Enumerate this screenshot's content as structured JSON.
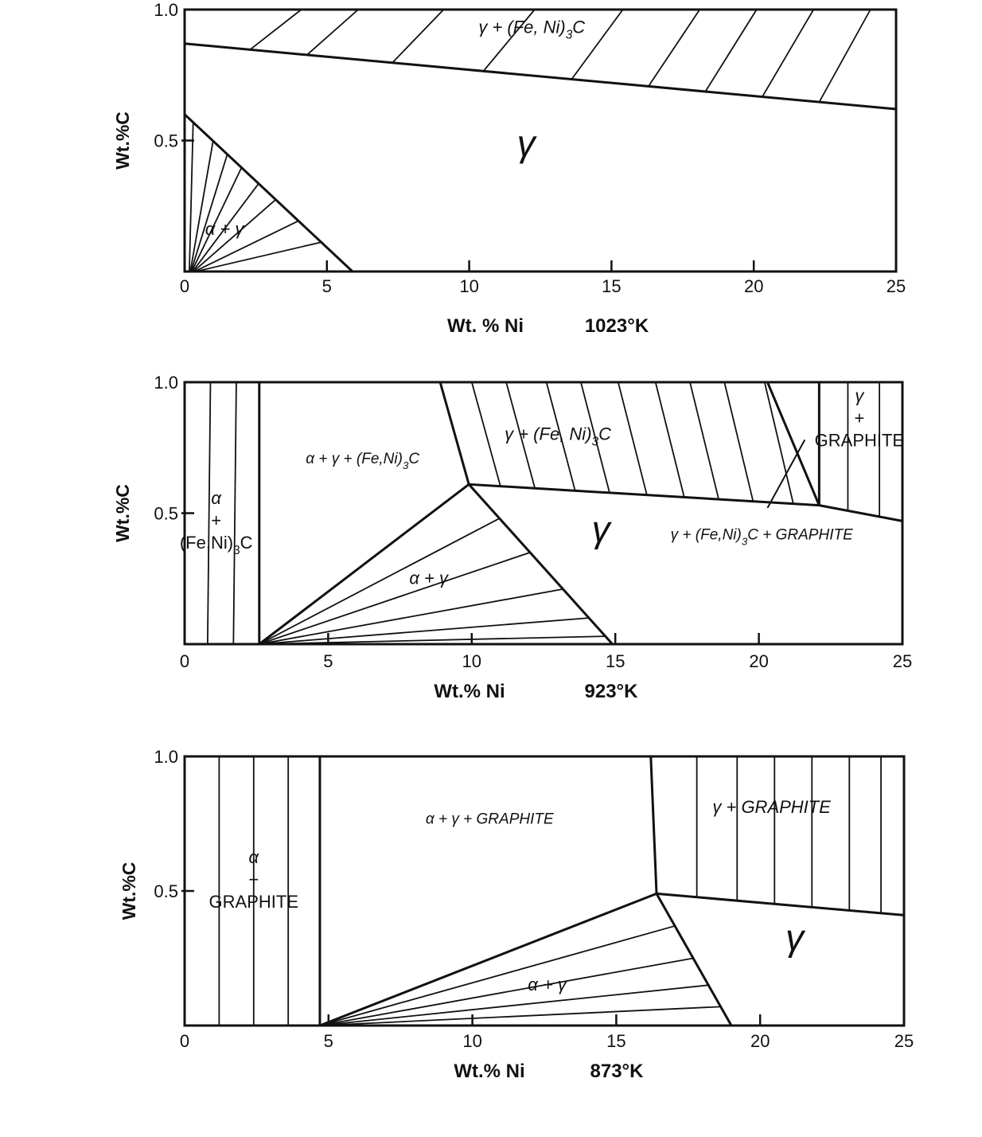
{
  "chart_data": [
    {
      "type": "phase-diagram",
      "xlabel": "Wt. % Ni",
      "temperature": "1023°K",
      "ylabel": "Wt.%C",
      "xlim": [
        0,
        25
      ],
      "ylim": [
        0,
        1.0
      ],
      "x_ticks": [
        "0",
        "5",
        "10",
        "15",
        "20",
        "25"
      ],
      "y_ticks": [
        "1.0",
        "0.5"
      ],
      "boundaries": [
        {
          "name": "gamma-carbide-boundary",
          "points": [
            [
              0,
              0.87
            ],
            [
              25,
              0.62
            ]
          ]
        },
        {
          "name": "alpha-gamma-boundary",
          "points": [
            [
              0,
              0.6
            ],
            [
              5.9,
              0
            ]
          ]
        }
      ],
      "tie_line_regions": [
        {
          "region": "γ + (Fe, Ni)3C",
          "xs": [
            2.3,
            4.3,
            7.3,
            10.5,
            13.6,
            16.3,
            18.3,
            20.3,
            22.3
          ],
          "slant": 1.8
        },
        {
          "region": "α + γ",
          "xs": [
            0.3,
            1.0,
            1.5,
            2.0,
            2.6,
            3.2,
            4.0,
            4.8
          ],
          "apex": [
            0,
            0
          ]
        }
      ],
      "labels": [
        {
          "name": "gamma-carbide",
          "text": "γ + (Fe, Ni)3C",
          "x": 12.2,
          "y": 0.91
        },
        {
          "name": "gamma",
          "text": "γ",
          "x": 12.0,
          "y": 0.44
        },
        {
          "name": "alpha-gamma",
          "text": "α + γ",
          "x": 1.4,
          "y": 0.14
        }
      ]
    },
    {
      "type": "phase-diagram",
      "xlabel": "Wt.% Ni",
      "temperature": "923°K",
      "ylabel": "Wt.%C",
      "xlim": [
        0,
        25
      ],
      "ylim": [
        0,
        1.0
      ],
      "x_ticks": [
        "0",
        "5",
        "10",
        "15",
        "20",
        "25"
      ],
      "y_ticks": [
        "1.0",
        "0.5"
      ],
      "boundaries": [
        {
          "name": "alpha-carbide-boundary",
          "points": [
            [
              2.6,
              1.0
            ],
            [
              2.6,
              0
            ]
          ]
        },
        {
          "name": "carbide-boundary",
          "points": [
            [
              8.9,
              1.0
            ],
            [
              9.9,
              0.61
            ]
          ]
        },
        {
          "name": "gamma-carbide-boundary",
          "points": [
            [
              9.9,
              0.61
            ],
            [
              22.1,
              0.53
            ],
            [
              25,
              0.47
            ]
          ]
        },
        {
          "name": "alpha-gamma-left-boundary",
          "points": [
            [
              2.6,
              0
            ],
            [
              9.9,
              0.61
            ]
          ]
        },
        {
          "name": "alpha-gamma-right-boundary",
          "points": [
            [
              9.9,
              0.61
            ],
            [
              14.9,
              0
            ]
          ]
        },
        {
          "name": "graphite-boundary",
          "points": [
            [
              20.3,
              1.0
            ],
            [
              22.1,
              0.53
            ]
          ]
        },
        {
          "name": "graphite-divider",
          "points": [
            [
              22.1,
              1.0
            ],
            [
              22.1,
              0.53
            ]
          ]
        }
      ],
      "tie_line_regions": [
        {
          "region": "α + (Fe, Ni)3C",
          "xs": [
            0.8,
            1.7
          ],
          "type": "vertical"
        },
        {
          "region": "γ + (Fe, Ni)3C",
          "xs": [
            11.0,
            12.2,
            13.6,
            14.8,
            16.1,
            17.4,
            18.6,
            19.8,
            21.2
          ],
          "slant": 1.0
        },
        {
          "region": "γ + graphite",
          "xs": [
            23.1,
            24.2
          ],
          "type": "vertical"
        },
        {
          "region": "α + γ",
          "ys": [
            0.48,
            0.35,
            0.21,
            0.1,
            0.03
          ],
          "apex": [
            2.6,
            0
          ]
        }
      ],
      "labels": [
        {
          "name": "alpha-carbide",
          "text": "α\n+\n(Fe,Ni)3C",
          "x": 1.1,
          "y": 0.45
        },
        {
          "name": "alpha-gamma-carbide",
          "text": "α + γ + (Fe,Ni)3C",
          "x": 6.2,
          "y": 0.69
        },
        {
          "name": "gamma-carbide",
          "text": "γ + (Fe, Ni)3C",
          "x": 13.0,
          "y": 0.78
        },
        {
          "name": "gamma-graphite",
          "text": "γ\n+\nGRAPHITE",
          "x": 23.5,
          "y": 0.84
        },
        {
          "name": "gamma",
          "text": "γ",
          "x": 14.5,
          "y": 0.39
        },
        {
          "name": "alpha-gamma",
          "text": "α + γ",
          "x": 8.5,
          "y": 0.23
        },
        {
          "name": "gamma-carbide-graphite",
          "text": "γ + (Fe,Ni)3C + GRAPHITE",
          "x": 20.1,
          "y": 0.4
        }
      ]
    },
    {
      "type": "phase-diagram",
      "xlabel": "Wt.% Ni",
      "temperature": "873°K",
      "ylabel": "Wt.%C",
      "xlim": [
        0,
        25
      ],
      "ylim": [
        0,
        1.0
      ],
      "x_ticks": [
        "0",
        "5",
        "10",
        "15",
        "20",
        "25"
      ],
      "y_ticks": [
        "1.0",
        "0.5"
      ],
      "boundaries": [
        {
          "name": "alpha-graphite-boundary",
          "points": [
            [
              4.7,
              1.0
            ],
            [
              4.7,
              0
            ]
          ]
        },
        {
          "name": "graphite-boundary",
          "points": [
            [
              16.2,
              1.0
            ],
            [
              16.4,
              0.49
            ]
          ]
        },
        {
          "name": "gamma-graphite-boundary",
          "points": [
            [
              16.4,
              0.49
            ],
            [
              25,
              0.41
            ]
          ]
        },
        {
          "name": "alpha-gamma-left-boundary",
          "points": [
            [
              4.7,
              0
            ],
            [
              16.4,
              0.49
            ]
          ]
        },
        {
          "name": "alpha-gamma-right-boundary",
          "points": [
            [
              16.4,
              0.49
            ],
            [
              19.0,
              0
            ]
          ]
        }
      ],
      "tie_line_regions": [
        {
          "region": "α + graphite",
          "xs": [
            1.2,
            2.4,
            3.6
          ],
          "type": "vertical"
        },
        {
          "region": "γ + graphite",
          "xs": [
            17.8,
            19.2,
            20.5,
            21.8,
            23.1,
            24.2
          ],
          "type": "vertical"
        },
        {
          "region": "α + γ",
          "ys": [
            0.37,
            0.25,
            0.15,
            0.07
          ],
          "apex": [
            4.7,
            0
          ]
        }
      ],
      "labels": [
        {
          "name": "alpha-graphite",
          "text": "α\n+\nGRAPHITE",
          "x": 2.4,
          "y": 0.52
        },
        {
          "name": "alpha-gamma-graphite",
          "text": "α + γ + GRAPHITE",
          "x": 10.6,
          "y": 0.75
        },
        {
          "name": "gamma-graphite",
          "text": "γ + GRAPHITE",
          "x": 20.4,
          "y": 0.79
        },
        {
          "name": "gamma",
          "text": "γ",
          "x": 21.2,
          "y": 0.28
        },
        {
          "name": "alpha-gamma",
          "text": "α + γ",
          "x": 12.6,
          "y": 0.13
        }
      ]
    }
  ]
}
